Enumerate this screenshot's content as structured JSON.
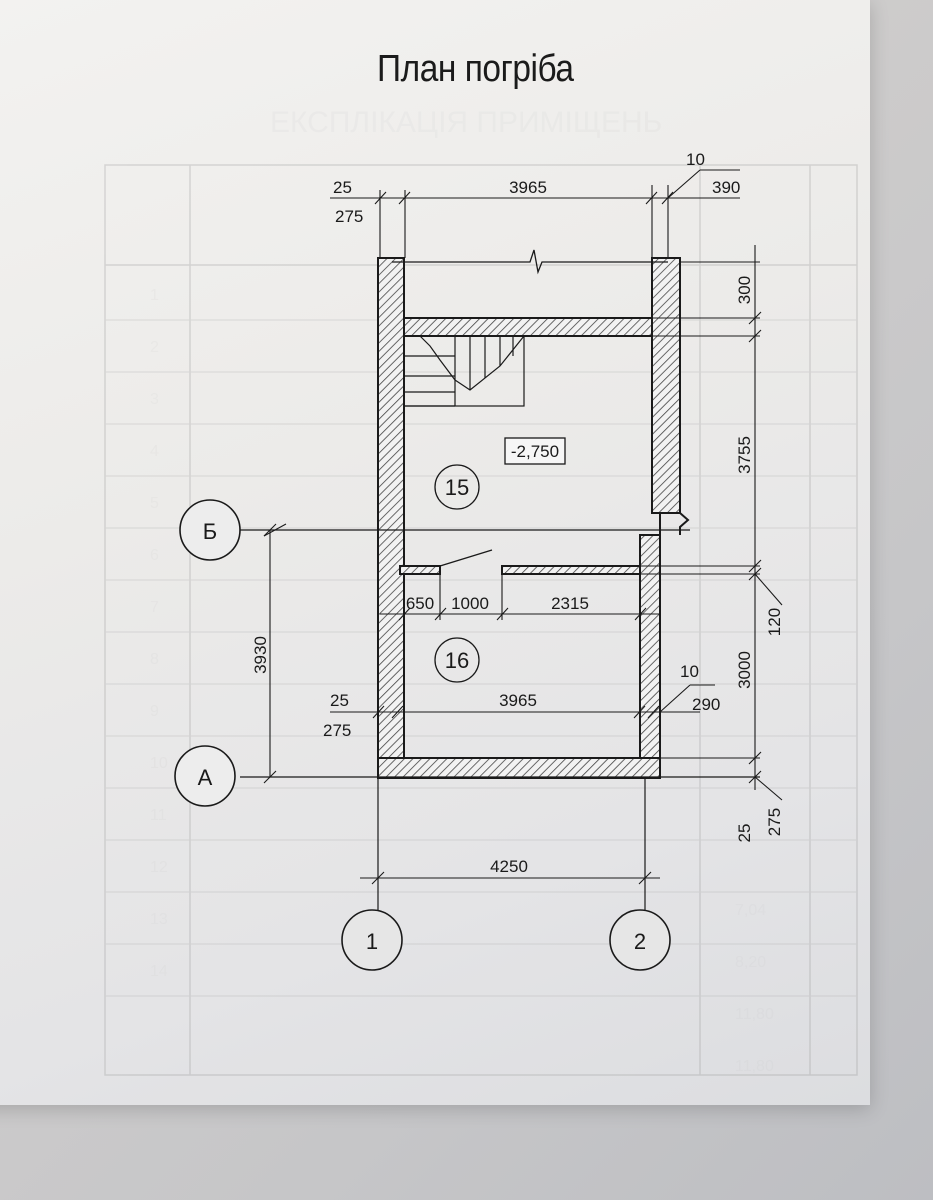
{
  "title": "План погріба",
  "axes": {
    "a": "А",
    "b": "Б",
    "one": "1",
    "two": "2"
  },
  "rooms": {
    "r15": "15",
    "r16": "16"
  },
  "level": "-2,750",
  "dims": {
    "top_25": "25",
    "top_275": "275",
    "top_3965": "3965",
    "top_10": "10",
    "top_390": "390",
    "r_300": "300",
    "r_3755": "3755",
    "r_120": "120",
    "r_3000": "3000",
    "r_25": "25",
    "r_275": "275",
    "l_3930": "3930",
    "d_650": "650",
    "d_1000": "1000",
    "d_2315": "2315",
    "m_25": "25",
    "m_275": "275",
    "m_3965": "3965",
    "m_10": "10",
    "m_290": "290",
    "b_4250": "4250"
  },
  "background_table": {
    "heading": "ЕКСПЛІКАЦІЯ ПРИМІЩЕНЬ",
    "rows": [
      "1",
      "2",
      "3",
      "4",
      "5",
      "6",
      "7",
      "8",
      "9",
      "10",
      "11",
      "12",
      "13",
      "14"
    ],
    "values": [
      "7,04",
      "8,20",
      "11,80",
      "11,80"
    ]
  },
  "colors": {
    "ink": "#1a1a1a",
    "hatch": "#555555",
    "paper": "#ecebe9"
  }
}
